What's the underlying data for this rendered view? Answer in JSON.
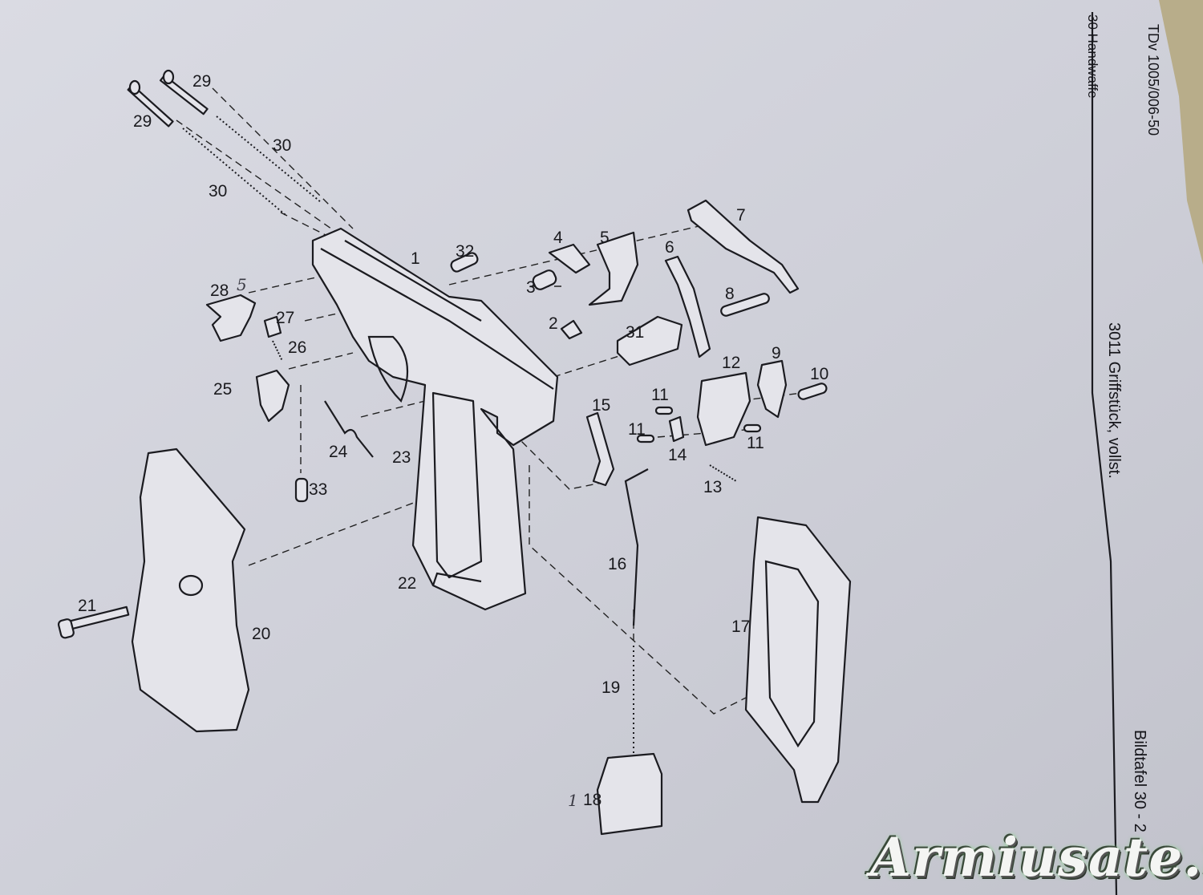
{
  "sheet": {
    "doc_number": "TDv 1005/006-50",
    "section": "30 Handwaffe",
    "title": "3011 Griffstück, vollst.",
    "plate": "Bildtafel 30 - 2"
  },
  "part_labels": [
    "29",
    "29",
    "30",
    "30",
    "1",
    "32",
    "4",
    "5",
    "3",
    "7",
    "6",
    "8",
    "28",
    "27",
    "2",
    "31",
    "26",
    "12",
    "9",
    "10",
    "25",
    "15",
    "11",
    "11",
    "11",
    "14",
    "24",
    "23",
    "33",
    "13",
    "16",
    "22",
    "17",
    "21",
    "20",
    "19",
    "18"
  ],
  "handwritten_marks": [
    "5",
    "1"
  ],
  "watermark": "Armiusate.it",
  "colors": {
    "paper": "#c9cad3",
    "ink": "#1b1b20",
    "corner": "#b8ad8a",
    "watermark_glow": "#7fd47f"
  }
}
